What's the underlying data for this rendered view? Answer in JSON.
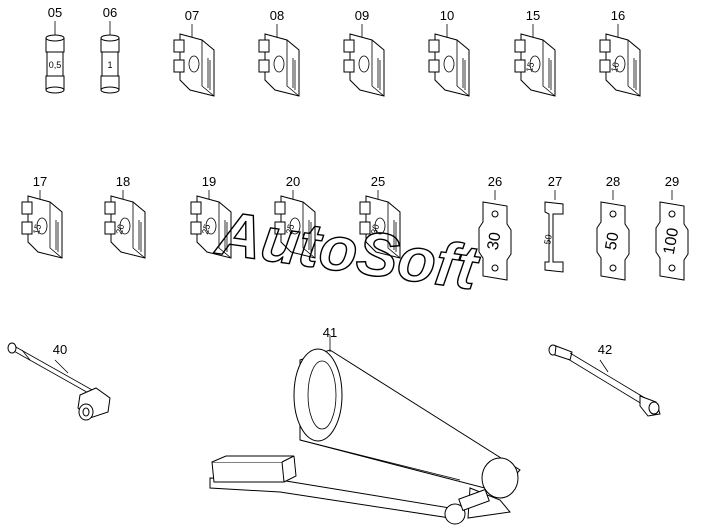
{
  "watermark": "AutoSoft",
  "glass_fuses": [
    {
      "callout": "05",
      "rating": "0,5"
    },
    {
      "callout": "06",
      "rating": "1"
    }
  ],
  "blade_fuses_top": [
    {
      "callout": "07",
      "rating": ""
    },
    {
      "callout": "08",
      "rating": ""
    },
    {
      "callout": "09",
      "rating": ""
    },
    {
      "callout": "10",
      "rating": ""
    },
    {
      "callout": "15",
      "rating": "15"
    },
    {
      "callout": "16",
      "rating": "10"
    }
  ],
  "blade_fuses_bottom": [
    {
      "callout": "17",
      "rating": "15"
    },
    {
      "callout": "18",
      "rating": "20"
    },
    {
      "callout": "19",
      "rating": "25"
    },
    {
      "callout": "20",
      "rating": "25"
    },
    {
      "callout": "25",
      "rating": "30"
    }
  ],
  "strip_fuses": [
    {
      "callout": "26",
      "rating": "30"
    },
    {
      "callout": "27",
      "rating": "50"
    },
    {
      "callout": "28",
      "rating": "50"
    },
    {
      "callout": "29",
      "rating": "100"
    }
  ],
  "tools": [
    {
      "callout": "40"
    },
    {
      "callout": "41"
    },
    {
      "callout": "42"
    }
  ]
}
